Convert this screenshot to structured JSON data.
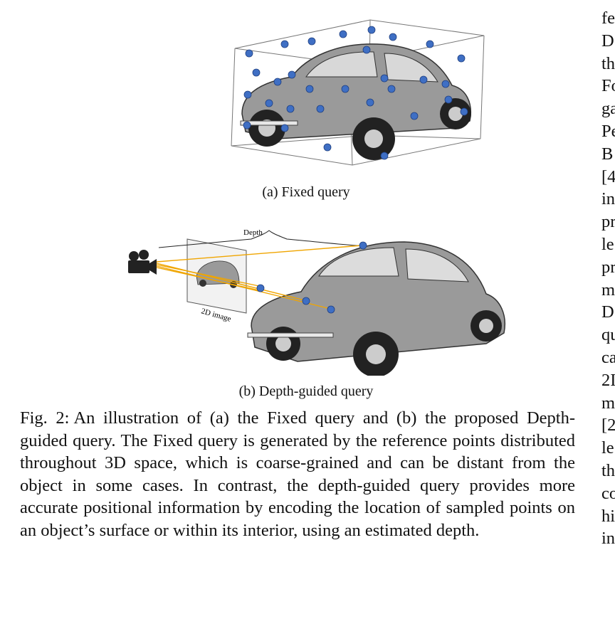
{
  "figure": {
    "subfig_a": {
      "label": "(a) Fixed query"
    },
    "subfig_b": {
      "label": "(b) Depth-guided query",
      "depth_label": "Depth",
      "image_label": "2D image"
    },
    "caption": {
      "label": "Fig. 2:",
      "text": "An illustration of (a) the Fixed query and (b) the proposed Depth-guided query. The Fixed query is generated by the reference points distributed throughout 3D space, which is coarse-grained and can be distant from the object in some cases. In contrast, the depth-guided query provides more accurate positional information by encoding the location of sampled points on an object’s surface or within its interior, using an estimated depth."
    }
  },
  "right_column_fragments": [
    "fe",
    "D",
    "th",
    "Fo",
    "ga",
    "Pe",
    "B",
    "[4",
    "in",
    "pr",
    "le",
    "pr",
    "m",
    "D",
    "qu",
    "ca",
    "2I",
    "m",
    "[2",
    "le",
    "th",
    "co",
    "hi",
    "in"
  ],
  "colors": {
    "point": "#3f6fc4",
    "ray": "#f0a500",
    "car": "#8a8a8a"
  }
}
